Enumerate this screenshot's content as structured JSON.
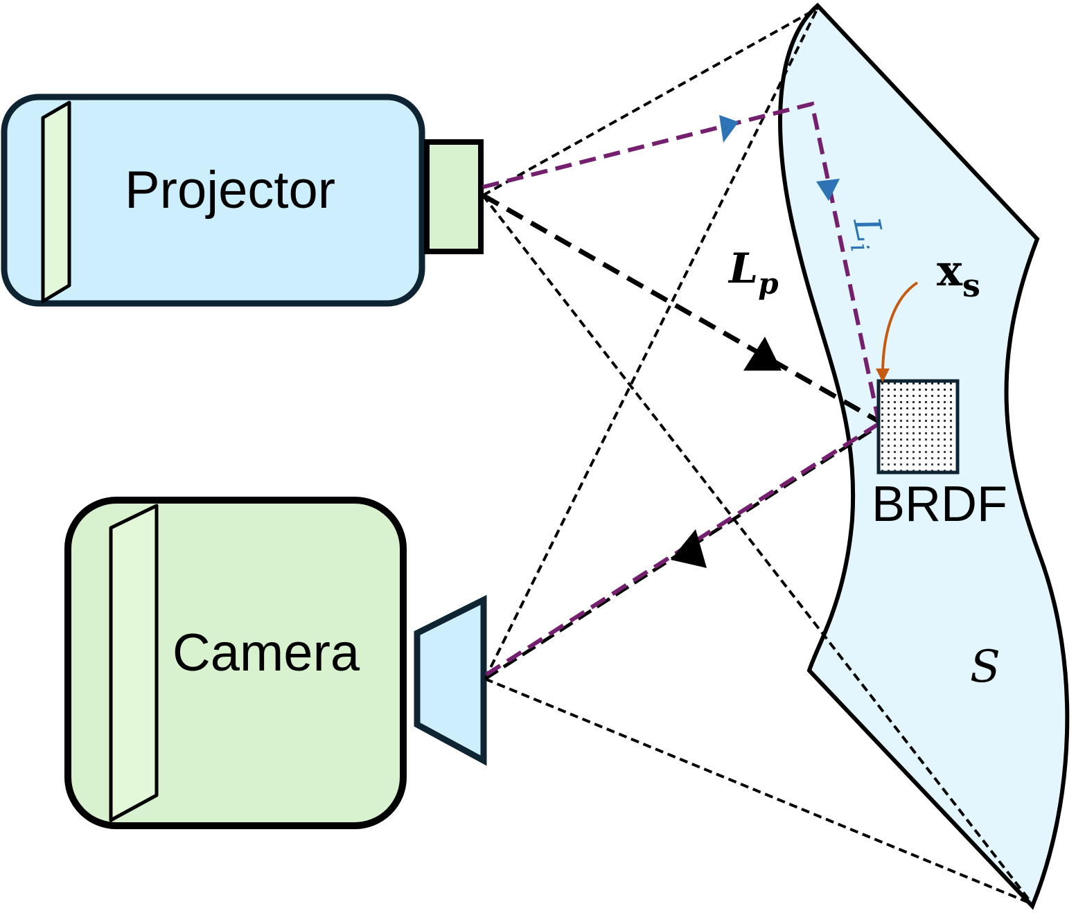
{
  "labels": {
    "projector": "Projector",
    "camera": "Camera",
    "brdf": "BRDF",
    "lp_main": "L",
    "lp_sub": "p",
    "li_main": "L",
    "li_sub": "i",
    "xs_main": "x",
    "xs_sub": "s",
    "surface": "S"
  },
  "colors": {
    "projector_body": "#cdeefc",
    "camera_body": "#d8f1cf",
    "lens_green": "#d8f1cf",
    "camera_lens": "#cdeefc",
    "surface_fill": "#e3f6fd",
    "light_path": "#74206f",
    "indirect_arrow": "#2e74b5",
    "pointer_arrow": "#c55a11",
    "outline": "#0f2433"
  }
}
